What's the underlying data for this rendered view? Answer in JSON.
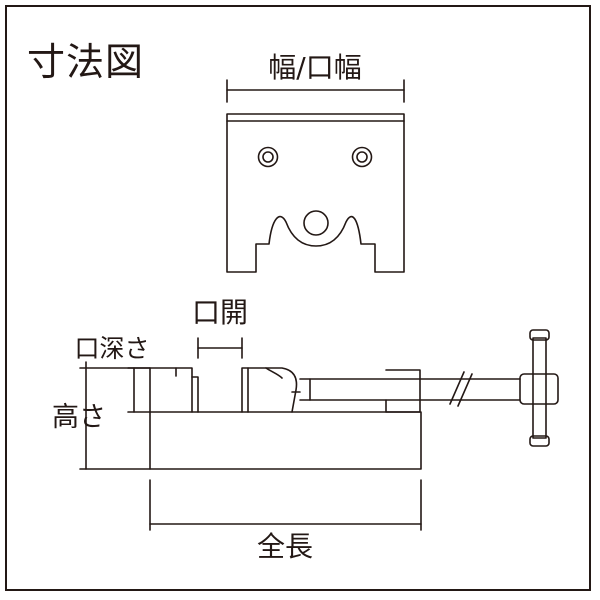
{
  "diagram": {
    "title": "寸法図",
    "labels": {
      "width_jaw_width": "幅/口幅",
      "jaw_opening": "口開",
      "jaw_depth": "口深さ",
      "height": "高さ",
      "overall_length": "全長"
    },
    "colors": {
      "line": "#231815",
      "background": "#ffffff"
    }
  }
}
